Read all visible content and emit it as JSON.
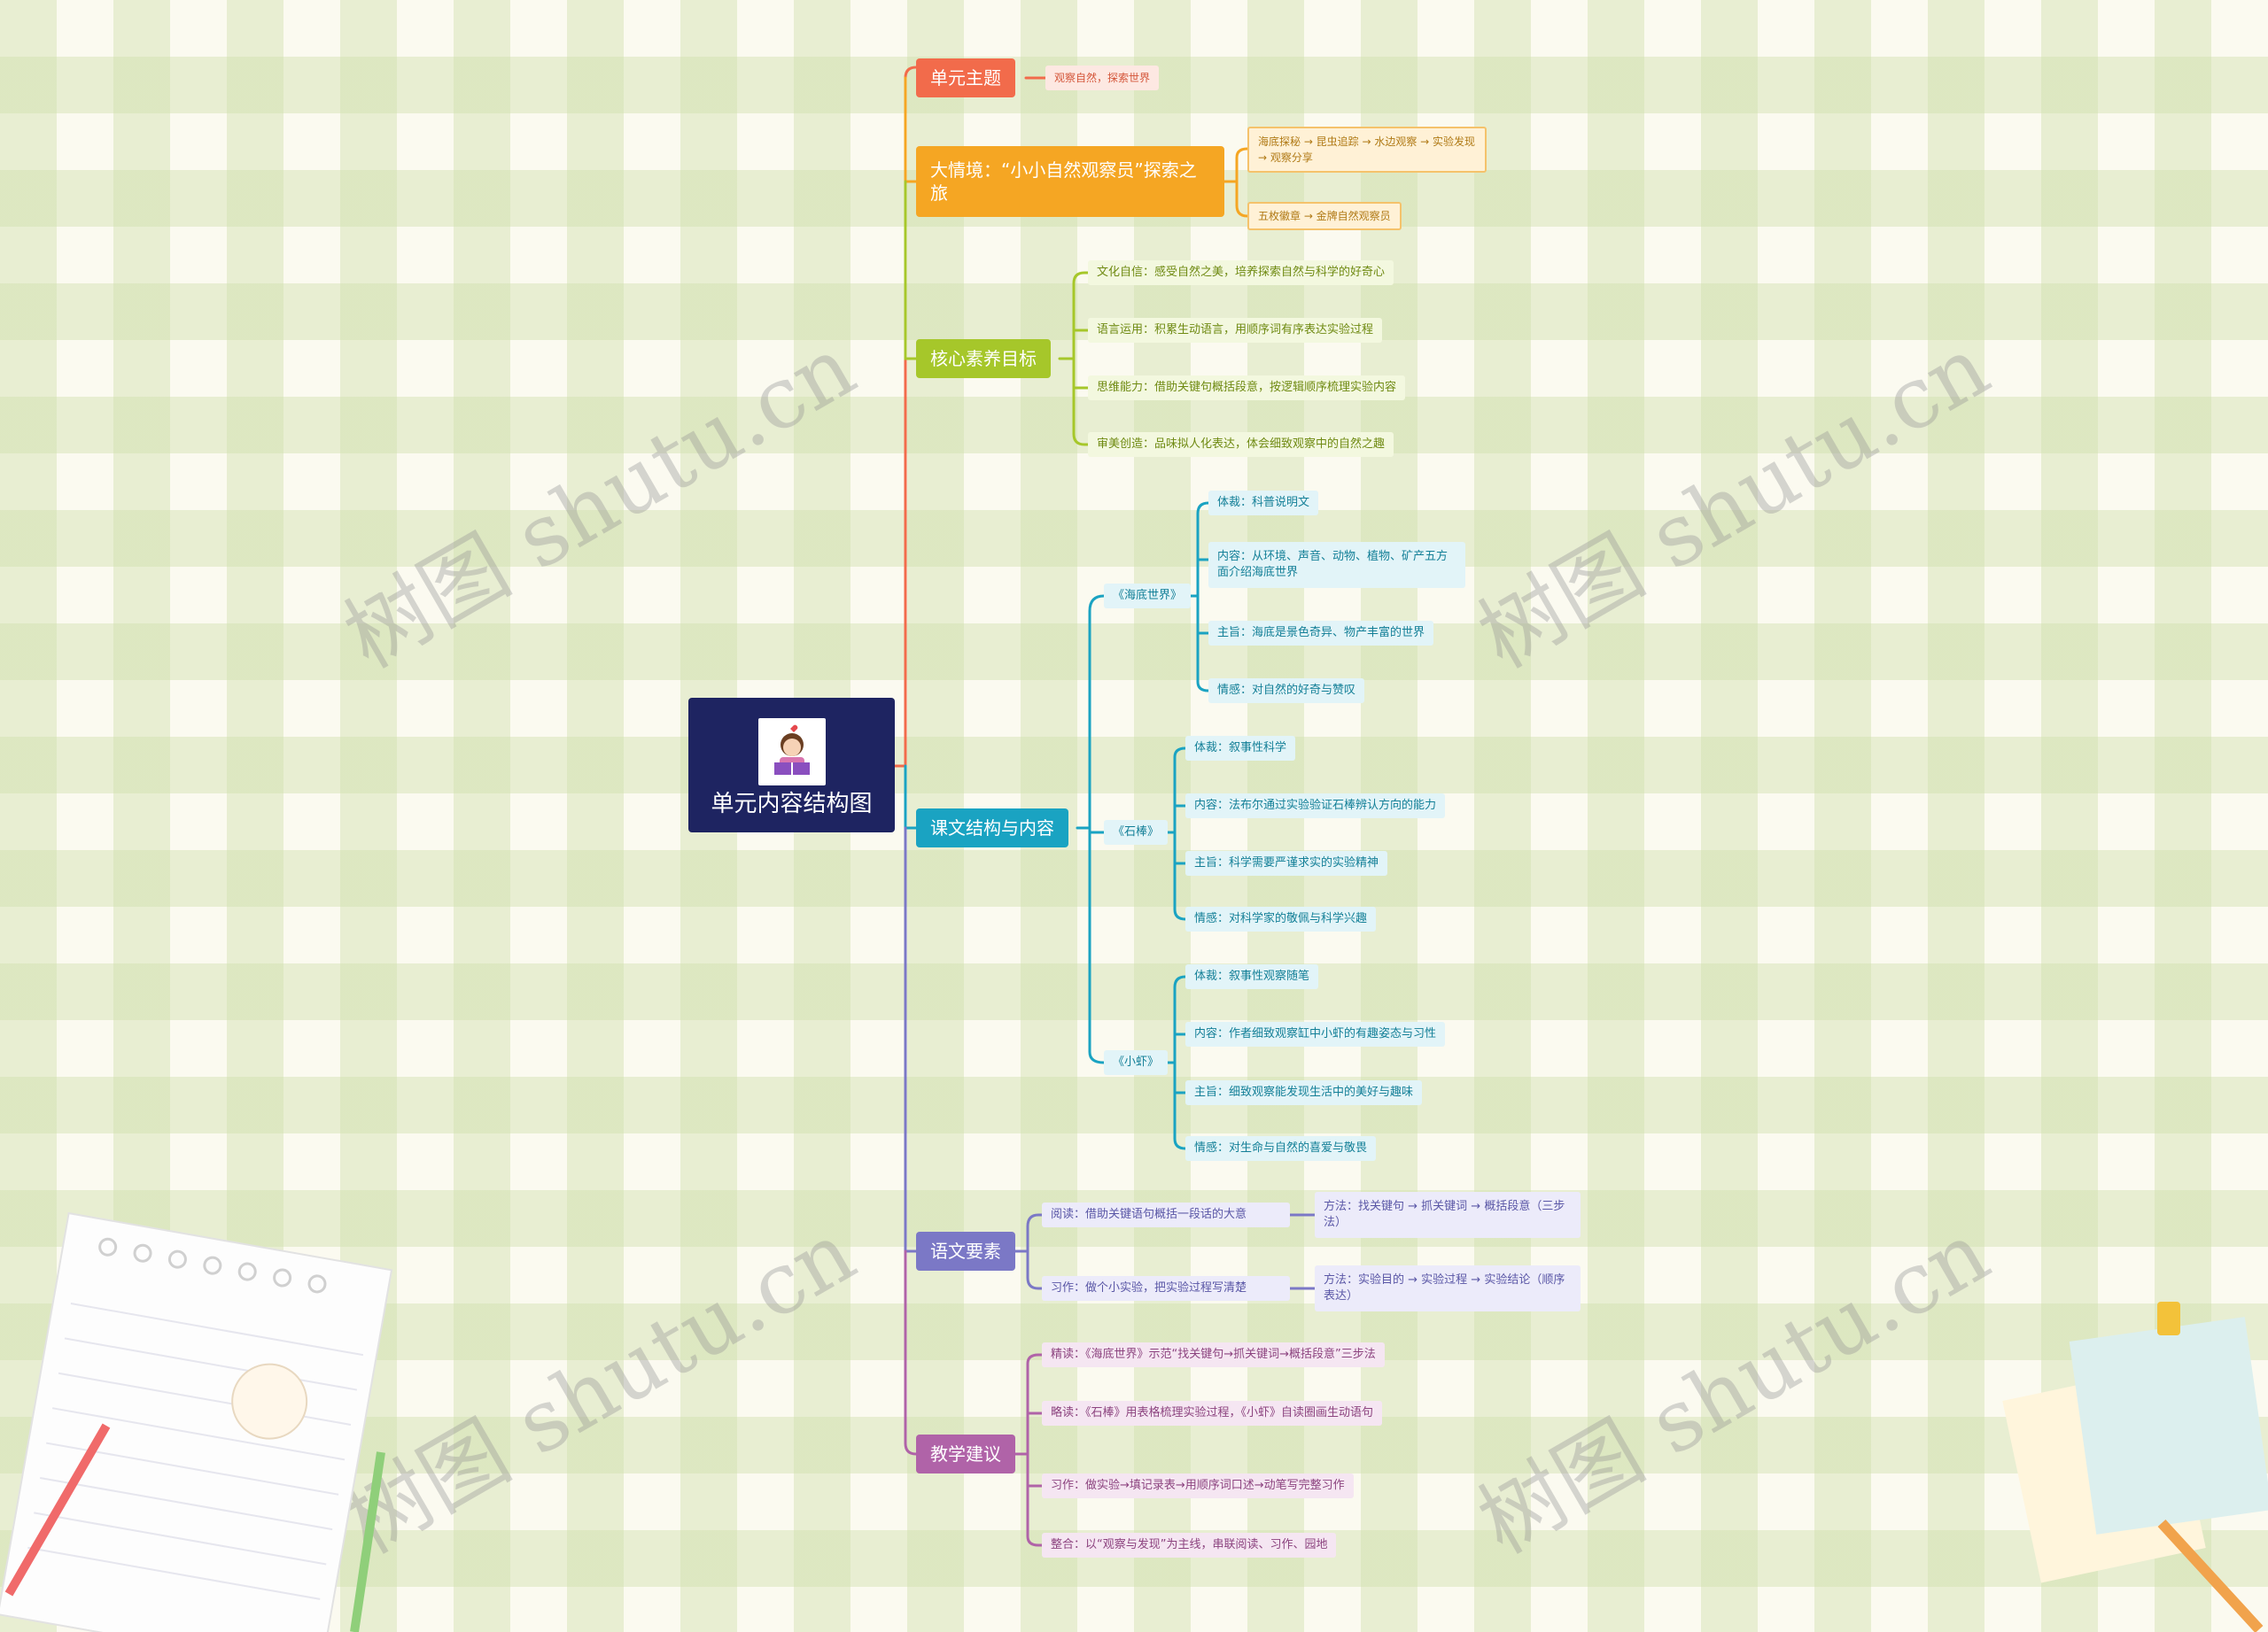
{
  "watermark": "树图 shutu.cn",
  "colors": {
    "root": "#1e2461",
    "theme": "#f26b4b",
    "situation": "#f5a623",
    "goals": "#a6c72a",
    "texts": "#1aa3c2",
    "elements": "#7b78c6",
    "advice": "#b063a8"
  },
  "root": {
    "title": "单元内容结构图",
    "icon": "reading-child-icon"
  },
  "theme": {
    "label": "单元主题",
    "children": [
      "观察自然，探索世界"
    ]
  },
  "situation": {
    "label": "大情境：“小小自然观察员”探索之旅",
    "children": [
      "海底探秘 → 昆虫追踪 → 水边观察 → 实验发现 → 观察分享",
      "五枚徽章 → 金牌自然观察员"
    ]
  },
  "goals": {
    "label": "核心素养目标",
    "children": [
      "文化自信：感受自然之美，培养探索自然与科学的好奇心",
      "语言运用：积累生动语言，用顺序词有序表达实验过程",
      "思维能力：借助关键句概括段意，按逻辑顺序梳理实验内容",
      "审美创造：品味拟人化表达，体会细致观察中的自然之趣"
    ]
  },
  "texts": {
    "label": "课文结构与内容",
    "lessons": [
      {
        "title": "《海底世界》",
        "items": [
          "体裁：科普说明文",
          "内容：从环境、声音、动物、植物、矿产五方面介绍海底世界",
          "主旨：海底是景色奇异、物产丰富的世界",
          "情感：对自然的好奇与赞叹"
        ]
      },
      {
        "title": "《石棒》",
        "items": [
          "体裁：叙事性科学",
          "内容：法布尔通过实验验证石棒辨认方向的能力",
          "主旨：科学需要严谨求实的实验精神",
          "情感：对科学家的敬佩与科学兴趣"
        ]
      },
      {
        "title": "《小虾》",
        "items": [
          "体裁：叙事性观察随笔",
          "内容：作者细致观察缸中小虾的有趣姿态与习性",
          "主旨：细致观察能发现生活中的美好与趣味",
          "情感：对生命与自然的喜爱与敬畏"
        ]
      }
    ]
  },
  "elements": {
    "label": "语文要素",
    "children": [
      {
        "text": "阅读：借助关键语句概括一段话的大意",
        "method": "方法：找关键句 → 抓关键词 → 概括段意（三步法）"
      },
      {
        "text": "习作：做个小实验，把实验过程写清楚",
        "method": "方法：实验目的 → 实验过程 → 实验结论（顺序表达）"
      }
    ]
  },
  "advice": {
    "label": "教学建议",
    "children": [
      "精读：《海底世界》示范“找关键句→抓关键词→概括段意”三步法",
      "略读：《石棒》用表格梳理实验过程，《小虾》自读圈画生动语句",
      "习作：做实验→填记录表→用顺序词口述→动笔写完整习作",
      "整合：以“观察与发现”为主线，串联阅读、习作、园地"
    ]
  }
}
